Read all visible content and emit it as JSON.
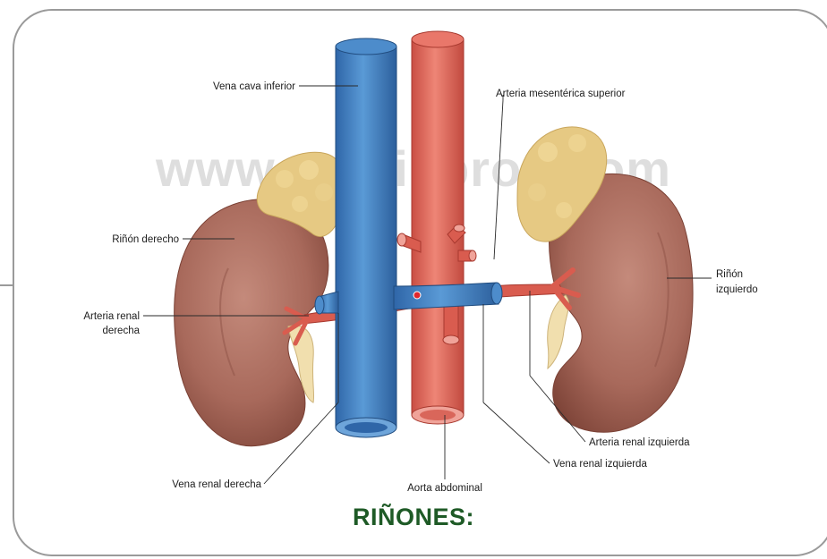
{
  "labels": {
    "vena_cava": "Vena cava inferior",
    "arteria_mesenterica": "Arteria mesentérica superior",
    "rinon_derecho": "Riñón derecho",
    "rinon_izq_1": "Riñón",
    "rinon_izq_2": "izquierdo",
    "arteria_renal_der_1": "Arteria renal",
    "arteria_renal_der_2": "derecha",
    "arteria_renal_izq": "Arteria renal izquierda",
    "vena_renal_izq": "Vena renal izquierda",
    "vena_renal_der": "Vena renal derecha",
    "aorta": "Aorta abdominal"
  },
  "watermark": "www.medilibros.com",
  "caption": "RIÑONES:",
  "colors": {
    "vein": "#3f7fc1",
    "artery": "#e0685a",
    "kidney": "#a86a5c",
    "adrenal": "#e9cf8c",
    "ureter": "#efdcae",
    "caption": "#1e5a26",
    "frame": "#9a9a9a"
  }
}
